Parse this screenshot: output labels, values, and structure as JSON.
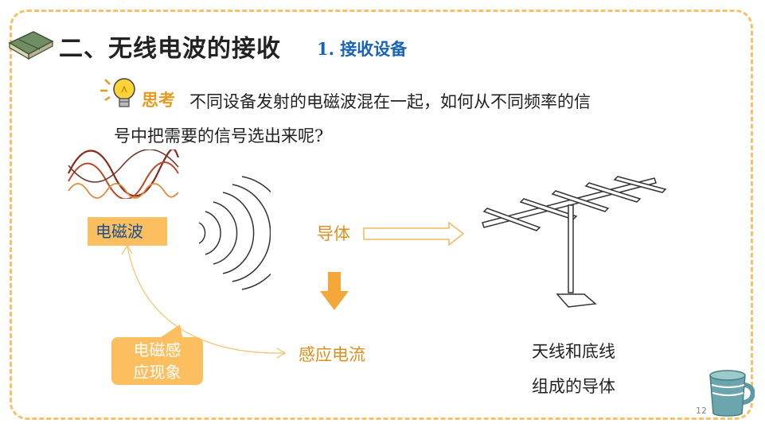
{
  "header": {
    "title": "二、无线电波的接收",
    "subtitle": "1. 接收设备"
  },
  "question": {
    "label": "思考",
    "line1": "不同设备发射的电磁波混在一起，如何从不同频率的信",
    "line2": "号中把需要的信号选出来呢?"
  },
  "diagram": {
    "em_wave_label": "电磁波",
    "conductor_label": "导体",
    "induced_current_label": "感应电流",
    "induction_label_line1": "电磁感",
    "induction_label_line2": "应现象"
  },
  "antenna": {
    "caption_line1": "天线和底线",
    "caption_line2": "组成的导体"
  },
  "footer": {
    "page_number": "12"
  },
  "colors": {
    "frame": "#f5c26b",
    "highlight_box": "#fcbf5f",
    "subtitle": "#1a64b4",
    "accent_text": "#d9901d"
  },
  "icons": [
    "book-icon",
    "lightbulb-icon",
    "cup-icon",
    "antenna-icon",
    "wave-icon"
  ]
}
